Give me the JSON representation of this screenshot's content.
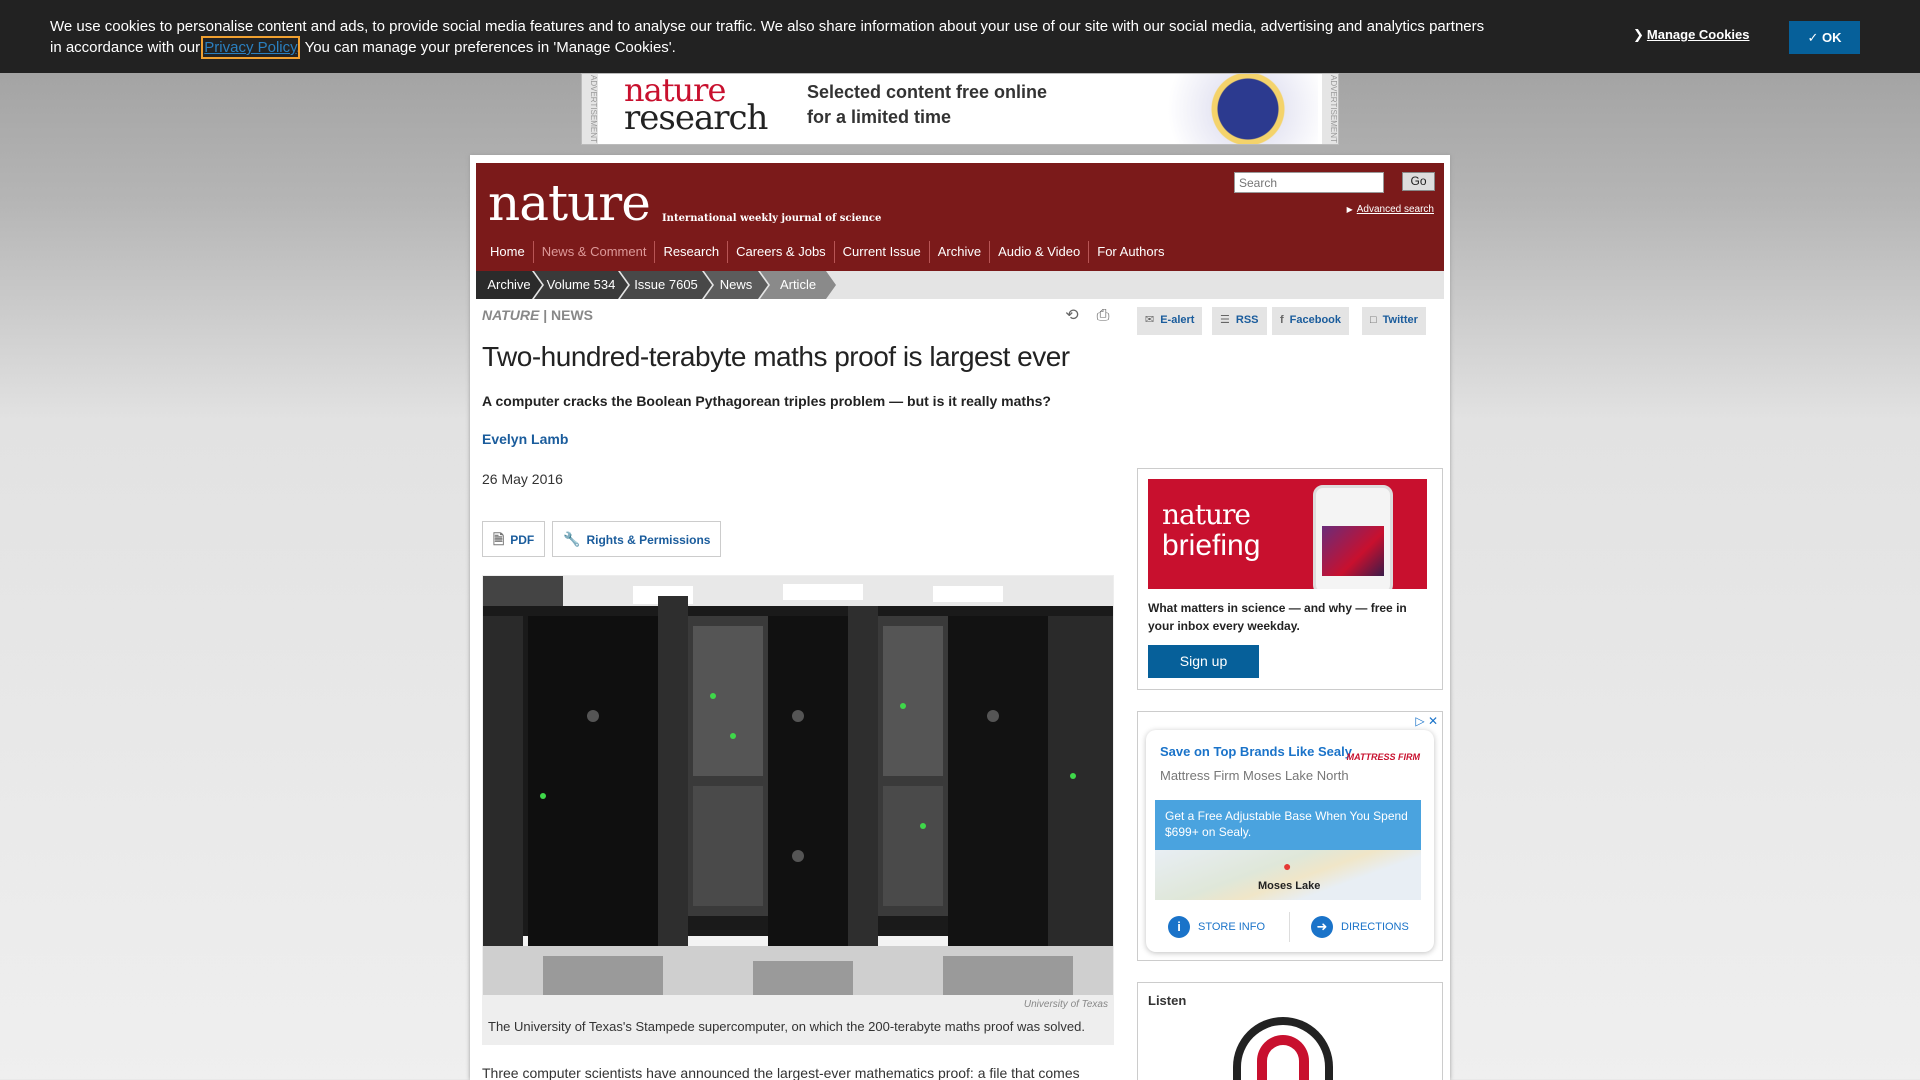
{
  "cookie_banner": {
    "message_part1": "We use cookies to personalise content and ads, to provide social media features and to analyse our traffic. We also share information about your use of our site with our social media, advertising and analytics partners in accordance with our",
    "privacy_link": "Privacy Policy",
    "message_part2": ". You can manage your preferences in 'Manage Cookies'.",
    "manage_label": "Manage Cookies",
    "manage_chevron": "❯",
    "ok_label": "✓ OK"
  },
  "top_ad": {
    "side_label": "ADVERTISEMENT",
    "logo_line1": "nature",
    "logo_line2": "research",
    "tagline_line1": "Selected content free online",
    "tagline_line2": "for a limited time"
  },
  "masthead": {
    "brand": "nature",
    "subtitle": "International weekly journal of science",
    "search_placeholder": "Search",
    "go_label": "Go",
    "advanced_search": "Advanced search"
  },
  "nav": {
    "items": [
      {
        "label": "Home"
      },
      {
        "label": "News & Comment"
      },
      {
        "label": "Research"
      },
      {
        "label": "Careers & Jobs"
      },
      {
        "label": "Current Issue"
      },
      {
        "label": "Archive"
      },
      {
        "label": "Audio & Video"
      },
      {
        "label": "For Authors"
      }
    ]
  },
  "breadcrumbs": [
    "Archive",
    "Volume 534",
    "Issue 7605",
    "News",
    "Article"
  ],
  "colors": {
    "masthead": "#7b1a1a",
    "link": "#1a5c9c",
    "button": "#06609a",
    "crumb_dark": "#2b2b2b",
    "crumb_mid": "#555555",
    "crumb_light": "#8a8a8a"
  },
  "article": {
    "kicker_journal": "NATURE",
    "kicker_sep": "|",
    "kicker_section": "NEWS",
    "title": "Two-hundred-terabyte maths proof is largest ever",
    "standfirst": "A computer cracks the Boolean Pythagorean triples problem — but is it really maths?",
    "author": "Evelyn Lamb",
    "date": "26 May 2016",
    "pdf_label": "PDF",
    "rights_label": "Rights & Permissions",
    "figure_credit": "University of Texas",
    "figure_caption": "The University of Texas's Stampede supercomputer, on which the 200-terabyte maths proof was solved.",
    "body_first_line": "Three computer scientists have announced the largest-ever mathematics proof: a file that comes"
  },
  "sidebar": {
    "subscribe": [
      {
        "label": "E-alert",
        "icon": "envelope-icon"
      },
      {
        "label": "RSS",
        "icon": "rss-icon"
      },
      {
        "label": "Facebook",
        "icon": "facebook-icon"
      },
      {
        "label": "Twitter",
        "icon": "twitter-icon"
      }
    ],
    "briefing": {
      "logo_line1": "nature",
      "logo_line2": "briefing",
      "text": "What matters in science — and why — free in your inbox every weekday.",
      "signup_label": "Sign up"
    },
    "ad": {
      "headline": "Save on Top Brands Like Sealy",
      "store": "Mattress Firm Moses Lake North",
      "logo": "MATTRESS FIRM",
      "offer": "Get a Free Adjustable Base When You Spend $699+ on Sealy.",
      "map_label": "Moses Lake",
      "store_info": "STORE INFO",
      "directions": "DIRECTIONS"
    },
    "listen": {
      "heading": "Listen"
    }
  }
}
